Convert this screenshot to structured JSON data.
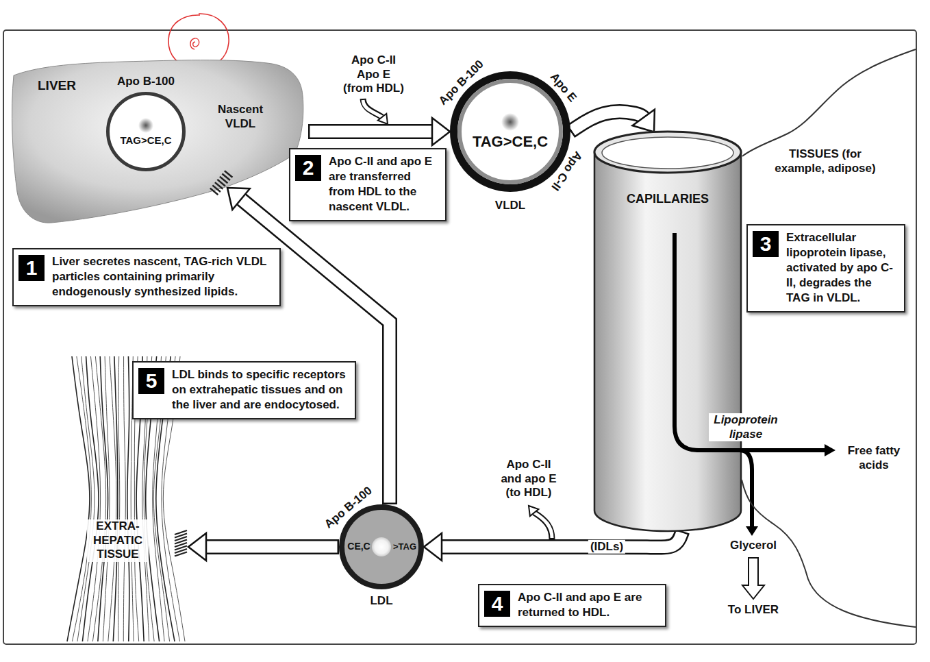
{
  "diagram": {
    "nodes": [
      {
        "text": [
          "LIVER"
        ]
      },
      {
        "text": [
          "Apo B-100",
          "TAG>CE,C"
        ],
        "in": 0
      },
      {
        "text": [
          "1",
          "Liver secretes nascent, TAG-rich VLDL particles containing primarily endogenously synthesized lipids."
        ]
      },
      {
        "text": [
          "Apo B-100",
          "Apo E",
          "TAG>CE,C",
          "Apo C-II",
          "VLDL"
        ]
      },
      {
        "text": [
          "2",
          "Apo C-II and apo E are transferred from HDL to the nascent VLDL."
        ]
      },
      {
        "text": [
          "CAPILLARIES"
        ]
      },
      {
        "text": [
          "TISSUES (for example, adipose)"
        ]
      },
      {
        "text": [
          "3",
          "Extracellular lipoprotein lipase, activated by apo C-II, degrades the TAG in VLDL."
        ]
      },
      {
        "text": [
          "EXTRA- HEPATIC TISSUE"
        ]
      },
      {
        "text": [
          "5",
          "LDL binds to specific receptors on extrahepatic tissues and on the liver and are endocytosed."
        ]
      },
      {
        "text": [
          "Apo B-100",
          "CE,C",
          ">TAG",
          "LDL"
        ]
      },
      {
        "text": [
          "4",
          "Apo C-II and apo E are returned to HDL."
        ]
      }
    ],
    "edges": [
      {
        "from": 0,
        "to": 3,
        "arrow": "to"
      },
      {
        "from": 3,
        "to": 5,
        "arrow": "to"
      },
      {
        "from": 5,
        "to": 10,
        "label": "(IDLs)",
        "arrow": "to"
      },
      {
        "from": 10,
        "to": 8,
        "arrow": "to"
      },
      {
        "from": 10,
        "to": 0,
        "arrow": "to"
      }
    ],
    "labels": [
      "Apo C-II Apo E (from HDL)",
      "Nascent VLDL",
      "Lipoprotein lipase",
      "Free fatty acids",
      "Glycerol",
      "To LIVER",
      "Apo C-II and apo E (to HDL)"
    ]
  }
}
